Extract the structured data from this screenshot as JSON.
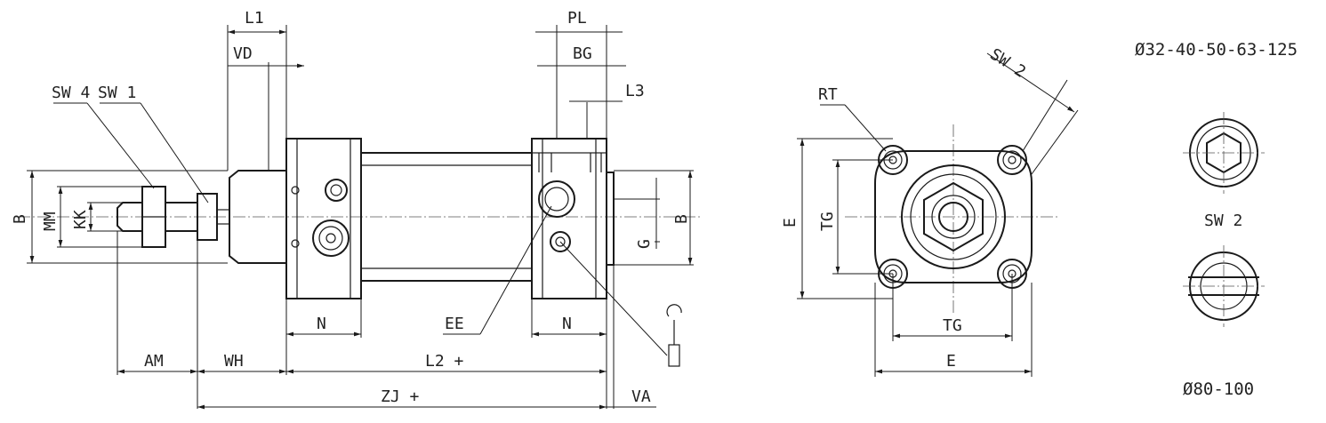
{
  "side_view": {
    "labels": {
      "L1": "L1",
      "VD": "VD",
      "PL": "PL",
      "BG": "BG",
      "L3": "L3",
      "SW4": "SW 4",
      "SW1": "SW 1",
      "B_left": "B",
      "MM": "MM",
      "KK": "KK",
      "B_right": "B",
      "G": "G",
      "N_left": "N",
      "N_right": "N",
      "EE": "EE",
      "AM": "AM",
      "WH": "WH",
      "L2": "L2 +",
      "ZJ": "ZJ +",
      "VA": "VA"
    }
  },
  "end_view": {
    "labels": {
      "RT": "RT",
      "SW2": "SW 2",
      "E_vertical": "E",
      "TG_vertical": "TG",
      "TG_horizontal": "TG",
      "E_horizontal": "E"
    }
  },
  "variants": {
    "top_label": "Ø32-40-50-63-125",
    "middle_label": "SW 2",
    "bottom_label": "Ø80-100"
  }
}
